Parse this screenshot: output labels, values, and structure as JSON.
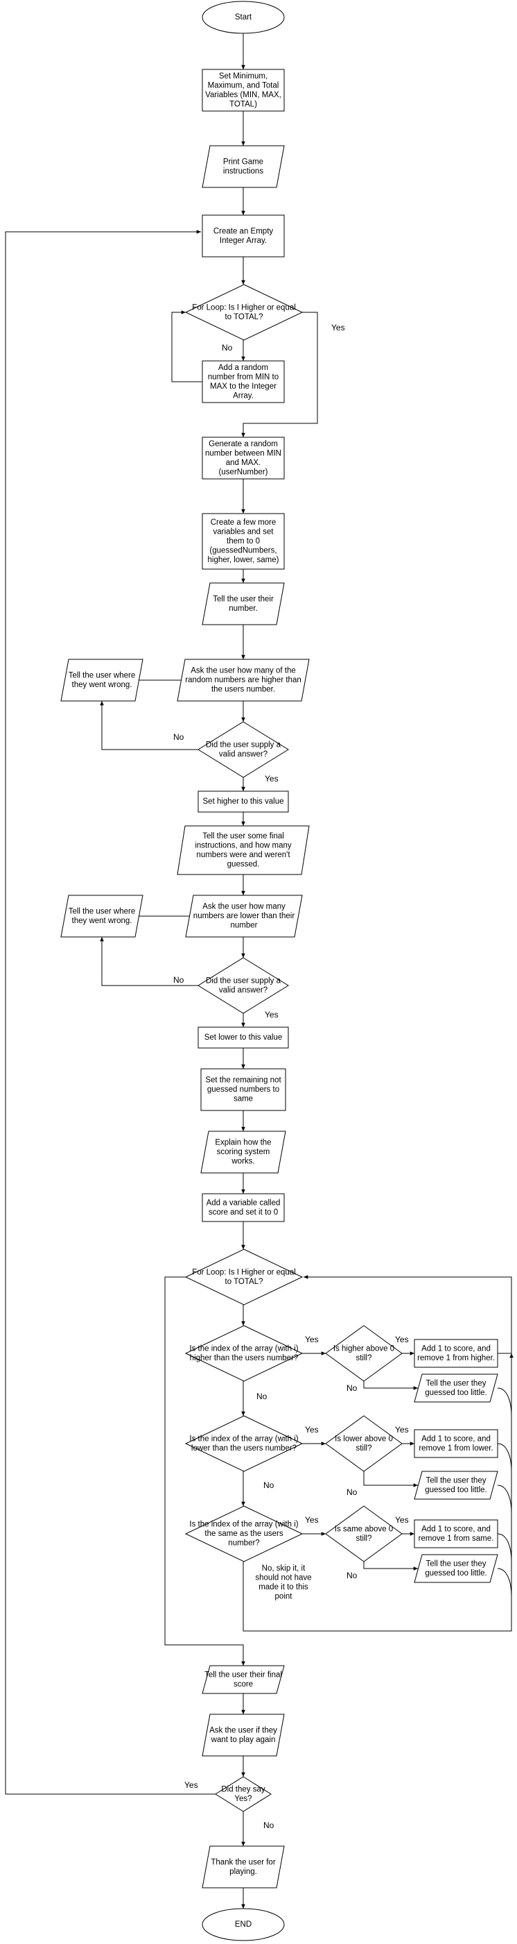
{
  "nodes": {
    "start": [
      "Start"
    ],
    "set_vars": [
      "Set Minimum,",
      "Maximum, and Total",
      "Variables (MIN, MAX,",
      "TOTAL)"
    ],
    "print_instr": [
      "Print Game",
      "instructions"
    ],
    "create_array": [
      "Create an Empty",
      "Integer Array."
    ],
    "for_loop_1": [
      "For Loop: Is I Higher or equal",
      "to TOTAL?"
    ],
    "add_random": [
      "Add a random",
      "number from MIN to",
      "MAX to the Integer",
      "Array."
    ],
    "gen_random": [
      "Generate a random",
      "number between MIN",
      "and MAX.",
      "(userNumber)"
    ],
    "create_vars": [
      "Create a few more",
      "variables and set",
      "them to 0",
      "(guessedNumbers,",
      "higher, lower, same)"
    ],
    "tell_number": [
      "Tell the user their",
      "number."
    ],
    "ask_higher": [
      "Ask the user how many  of the",
      "random numbers are higher than",
      "the users number."
    ],
    "wrong_1": [
      "Tell the user where",
      "they went wrong."
    ],
    "valid_1": [
      "Did the user supply a",
      "valid answer?"
    ],
    "set_higher": [
      "Set higher to this value"
    ],
    "final_instr": [
      "Tell the user some final",
      "instructions, and how many",
      "numbers were and weren't",
      "guessed."
    ],
    "ask_lower": [
      "Ask the user how many",
      "numbers are lower than their",
      "number"
    ],
    "wrong_2": [
      "Tell the user where",
      "they went wrong."
    ],
    "valid_2": [
      "Did the user supply a",
      "valid answer?"
    ],
    "set_lower": [
      "Set lower to this value"
    ],
    "set_same": [
      "Set the remaining not",
      "guessed numbers to",
      "same"
    ],
    "explain_scoring": [
      "Explain how the",
      "scoring system",
      "works."
    ],
    "add_score": [
      "Add a variable called",
      "score and set it to 0"
    ],
    "for_loop_2": [
      "For Loop: Is I Higher or equal",
      "to TOTAL?"
    ],
    "idx_higher": [
      "Is the index of the array (with i)",
      "higher than the users number?"
    ],
    "higher_above": [
      "Is higher above 0",
      "still?"
    ],
    "add_from_higher": [
      "Add 1 to score, and",
      "remove 1 from higher."
    ],
    "too_little_1": [
      "Tell the user they",
      "guessed too little."
    ],
    "idx_lower": [
      "Is the index of the array (with i)",
      "lower than the users number?"
    ],
    "lower_above": [
      "Is lower above 0",
      "still?"
    ],
    "add_from_lower": [
      "Add 1 to score, and",
      "remove 1 from lower."
    ],
    "too_little_2": [
      "Tell the user they",
      "guessed too little."
    ],
    "idx_same": [
      "Is the index of the array (with i)",
      "the same as the users",
      "number?"
    ],
    "same_above": [
      "Is same above 0",
      "still?"
    ],
    "add_from_same": [
      "Add 1 to score, and",
      "remove 1 from same."
    ],
    "too_little_3": [
      "Tell the user they",
      "guessed too little."
    ],
    "skip_note": [
      "No, skip it, it",
      "should not have",
      "made it to this",
      "point"
    ],
    "final_score": [
      "Tell the user their final",
      "score"
    ],
    "play_again": [
      "Ask the user if they",
      "want to play again"
    ],
    "did_say_yes": [
      "Did they say",
      "Yes?"
    ],
    "thank_user": [
      "Thank the user for",
      "playing."
    ],
    "end": [
      "END"
    ]
  },
  "edge_labels": {
    "loop1_no": "No",
    "loop1_yes": "Yes",
    "valid1_no": "No",
    "valid1_yes": "Yes",
    "valid2_no": "No",
    "valid2_yes": "Yes",
    "idx_higher_yes": "Yes",
    "idx_higher_no": "No",
    "higher_above_yes": "Yes",
    "higher_above_no": "No",
    "idx_lower_yes": "Yes",
    "idx_lower_no": "No",
    "lower_above_yes": "Yes",
    "lower_above_no": "No",
    "idx_same_yes": "Yes",
    "same_above_yes": "Yes",
    "same_above_no": "No",
    "play_again_yes": "Yes",
    "play_again_no": "No"
  }
}
